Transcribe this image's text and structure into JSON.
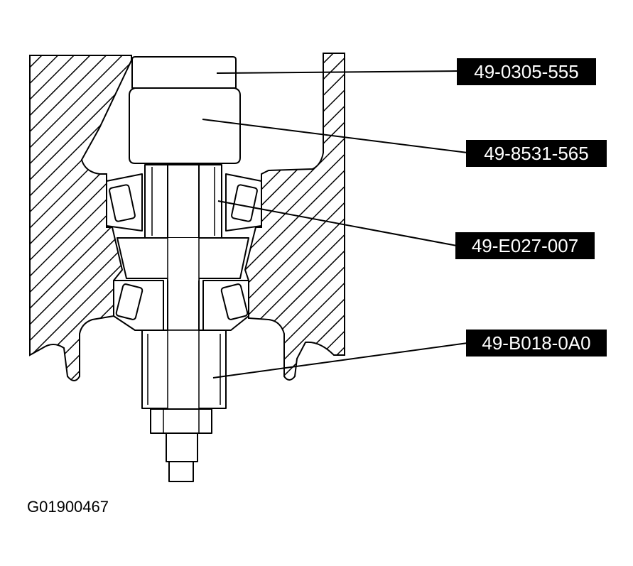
{
  "figure_code": "G01900467",
  "callouts": [
    {
      "label": "49-0305-555"
    },
    {
      "label": "49-8531-565"
    },
    {
      "label": "49-E027-007"
    },
    {
      "label": "49-B018-0A0"
    }
  ]
}
